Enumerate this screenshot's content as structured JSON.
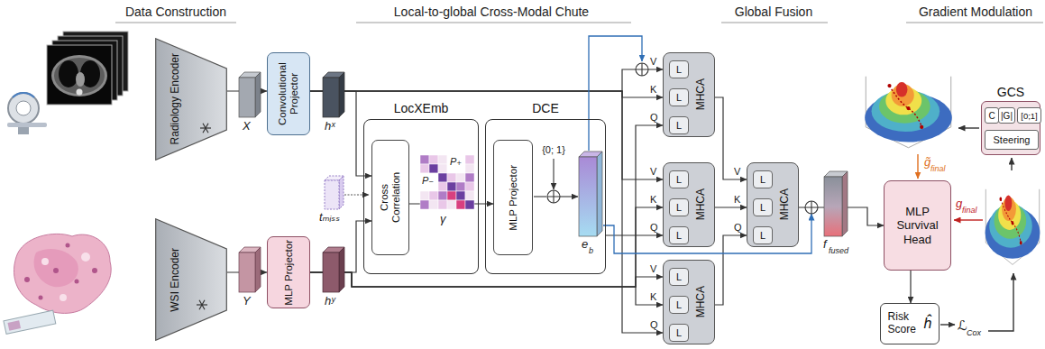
{
  "diagram": {
    "nodes": [
      {
        "text": [
          "Radiology Encoder"
        ]
      },
      {
        "text": [
          "Convolutional Projector"
        ]
      },
      {
        "text": [
          "WSI Encoder"
        ]
      },
      {
        "text": [
          "MLP Projector"
        ]
      },
      {
        "text": [
          "LocXEmb"
        ]
      },
      {
        "text": [
          "Cross Correlation"
        ],
        "in": 4
      },
      {
        "text": [
          "DCE"
        ]
      },
      {
        "text": [
          "MLP Projector"
        ],
        "in": 6
      },
      {
        "text": [
          "MHCA"
        ]
      },
      {
        "text": [
          "L"
        ],
        "in": 8
      },
      {
        "text": [
          "L"
        ],
        "in": 8
      },
      {
        "text": [
          "L"
        ],
        "in": 8
      },
      {
        "text": [
          "MHCA"
        ]
      },
      {
        "text": [
          "L"
        ],
        "in": 12
      },
      {
        "text": [
          "L"
        ],
        "in": 12
      },
      {
        "text": [
          "L"
        ],
        "in": 12
      },
      {
        "text": [
          "MHCA"
        ]
      },
      {
        "text": [
          "L"
        ],
        "in": 16
      },
      {
        "text": [
          "L"
        ],
        "in": 16
      },
      {
        "text": [
          "L"
        ],
        "in": 16
      },
      {
        "text": [
          "MHCA"
        ]
      },
      {
        "text": [
          "L"
        ],
        "in": 20
      },
      {
        "text": [
          "L"
        ],
        "in": 20
      },
      {
        "text": [
          "L"
        ],
        "in": 20
      },
      {
        "text": [
          "MLP Survival Head"
        ]
      },
      {
        "text": [
          "Risk Score",
          "ĥ"
        ]
      },
      {
        "text": [
          "GCS"
        ]
      },
      {
        "text": [
          "C"
        ],
        "in": 26
      },
      {
        "text": [
          "|G|"
        ],
        "in": 26
      },
      {
        "text": [
          "[0;1]"
        ],
        "in": 26
      },
      {
        "text": [
          "Steering"
        ],
        "in": 26
      }
    ],
    "edges": [
      {
        "from": 0,
        "to": 1,
        "arrow": "to"
      },
      {
        "from": 2,
        "to": 3,
        "arrow": "to"
      },
      {
        "from": 1,
        "to": 5,
        "arrow": "to"
      },
      {
        "from": 3,
        "to": 5,
        "arrow": "to"
      },
      {
        "from": 5,
        "to": 7,
        "arrow": "to"
      },
      {
        "from": 1,
        "to": 8,
        "arrow": "to"
      },
      {
        "from": 1,
        "to": 8,
        "arrow": "to"
      },
      {
        "from": 3,
        "to": 8,
        "arrow": "to"
      },
      {
        "from": 1,
        "to": 12,
        "arrow": "to"
      },
      {
        "from": 3,
        "to": 12,
        "arrow": "to"
      },
      {
        "from": 6,
        "to": 12,
        "arrow": "to"
      },
      {
        "from": 3,
        "to": 16,
        "arrow": "to"
      },
      {
        "from": 3,
        "to": 16,
        "arrow": "to"
      },
      {
        "from": 1,
        "to": 16,
        "arrow": "to"
      },
      {
        "from": 8,
        "to": 20,
        "arrow": "to"
      },
      {
        "from": 12,
        "to": 20,
        "arrow": "to"
      },
      {
        "from": 16,
        "to": 20,
        "arrow": "to"
      },
      {
        "from": 20,
        "to": 24,
        "arrow": "to"
      },
      {
        "from": 24,
        "to": 25,
        "arrow": "to"
      }
    ],
    "labels": [
      "Data Construction",
      "Local-to-global Cross-Modal Chute",
      "Global Fusion",
      "Gradient Modulation",
      "X",
      "hˣ",
      "Y",
      "hʸ",
      "tₘᵢₛₛ",
      "γ",
      "P₊",
      "P₋",
      "{0; 1}",
      "e",
      "b",
      "V",
      "K",
      "Q",
      "V",
      "K",
      "Q",
      "V",
      "K",
      "Q",
      "V",
      "K",
      "Q",
      "f",
      "fused",
      "g̃",
      "final",
      "g",
      "final",
      "ℒ",
      "Cox"
    ]
  }
}
